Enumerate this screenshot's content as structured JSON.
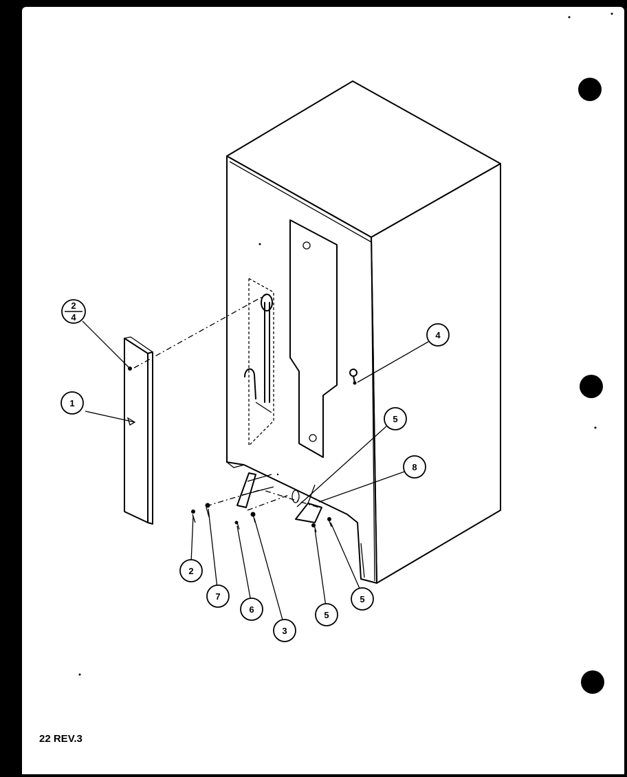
{
  "footer": {
    "page_label": "22 REV.3"
  },
  "callouts": [
    {
      "id": "c-2-4",
      "top": "2",
      "bottom": "4"
    },
    {
      "id": "c-1",
      "label": "1"
    },
    {
      "id": "c-4",
      "label": "4"
    },
    {
      "id": "c-5a",
      "label": "5"
    },
    {
      "id": "c-8",
      "label": "8"
    },
    {
      "id": "c-2",
      "label": "2"
    },
    {
      "id": "c-7",
      "label": "7"
    },
    {
      "id": "c-6",
      "label": "6"
    },
    {
      "id": "c-3",
      "label": "3"
    },
    {
      "id": "c-5b",
      "label": "5"
    },
    {
      "id": "c-5c",
      "label": "5"
    }
  ]
}
